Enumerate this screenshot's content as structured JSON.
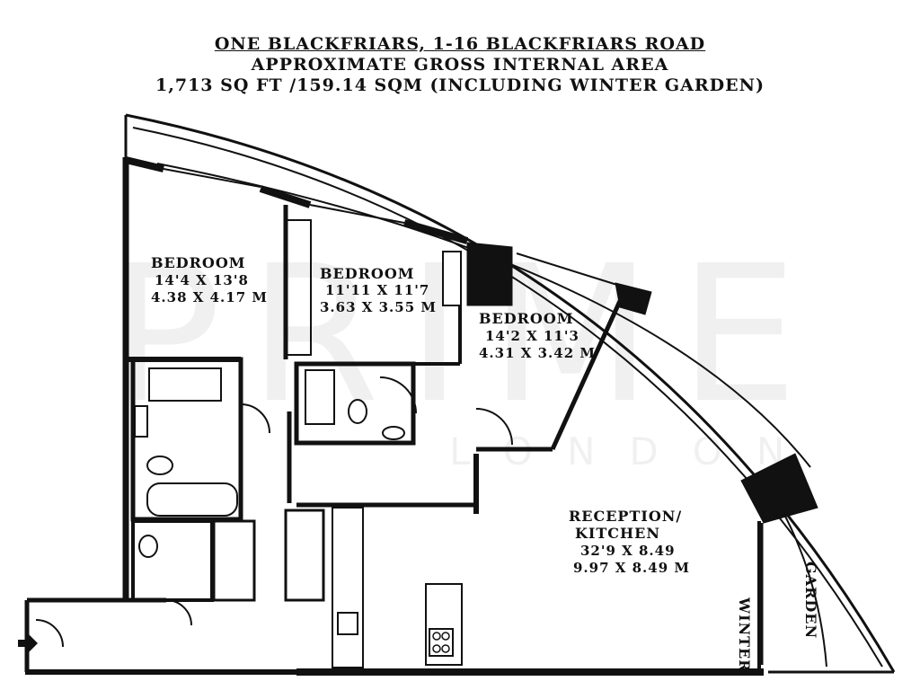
{
  "header": {
    "line1": "ONE BLACKFRIARS, 1-16 BLACKFRIARS ROAD",
    "line2": "APPROXIMATE GROSS INTERNAL AREA",
    "line3": "1,713 SQ FT /159.14 SQM (INCLUDING WINTER GARDEN)"
  },
  "rooms": {
    "bedroom1": {
      "name": "BEDROOM",
      "imperial": "14'4 X 13'8",
      "metric": "4.38 X 4.17 M"
    },
    "bedroom2": {
      "name": "BEDROOM",
      "imperial": "11'11 X 11'7",
      "metric": "3.63 X 3.55 M"
    },
    "bedroom3": {
      "name": "BEDROOM",
      "imperial": "14'2 X 11'3",
      "metric": "4.31 X 3.42 M"
    },
    "reception": {
      "name_line1": "RECEPTION/",
      "name_line2": "KITCHEN",
      "imperial": "32'9 X 8.49",
      "metric": "9.97 X 8.49 M"
    },
    "winter_garden": {
      "line1": "WINTER",
      "line2": "GARDEN"
    }
  },
  "watermark": {
    "main": "PRIME",
    "sub": "LONDON"
  }
}
